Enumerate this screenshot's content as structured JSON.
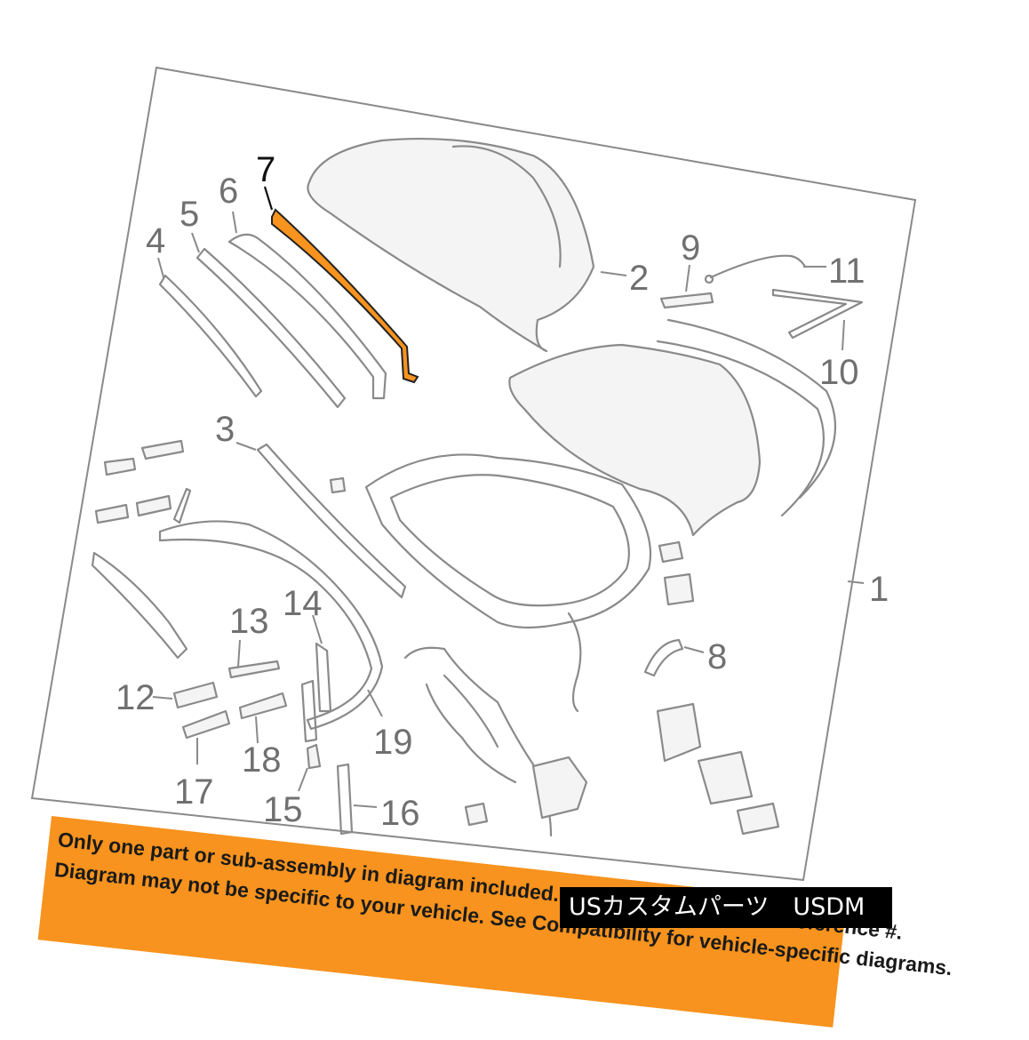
{
  "diagram": {
    "callouts": {
      "c1": "1",
      "c2": "2",
      "c3": "3",
      "c4": "4",
      "c5": "5",
      "c6": "6",
      "c7": "7",
      "c8": "8",
      "c9": "9",
      "c10": "10",
      "c11": "11",
      "c12": "12",
      "c13": "13",
      "c14": "14",
      "c15": "15",
      "c16": "16",
      "c17": "17",
      "c18": "18",
      "c19": "19"
    },
    "highlight_part": "7",
    "colors": {
      "highlight": "#f7931e",
      "lines": "#8a8a8a",
      "banner": "#f7931e"
    }
  },
  "disclaimer": {
    "line1": "Only one part or sub-assembly in diagram included. See Item Specifics for Reference #.",
    "line2": "Diagram may not be specific to your vehicle. See Compatibility for vehicle-specific diagrams."
  },
  "watermark": {
    "text": "USカスタムパーツ　USDM"
  }
}
